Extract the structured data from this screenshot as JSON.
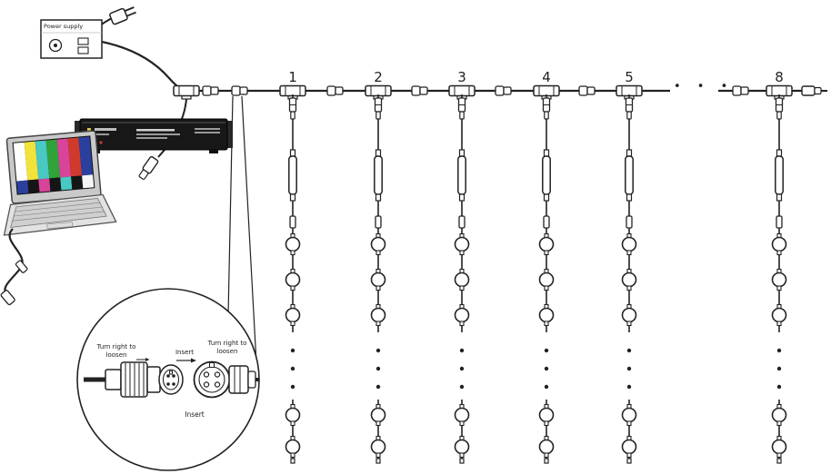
{
  "power_supply": {
    "label": "Power supply"
  },
  "bus": {
    "columns": [
      {
        "label": "1"
      },
      {
        "label": "2"
      },
      {
        "label": "3"
      },
      {
        "label": "4"
      },
      {
        "label": "5"
      },
      {
        "label": "8"
      }
    ],
    "ellipsis": "• • •"
  },
  "detail": {
    "left_instruction": "Turn right to loosen",
    "insert_top": "Insert",
    "right_instruction": "Turn right to loosen",
    "insert_bottom": "Insert"
  },
  "colors": {
    "line": "#222222",
    "background": "#ffffff",
    "laptop_screen_bars": [
      "#ffffff",
      "#f2e33b",
      "#49c8c4",
      "#2fa33a",
      "#d9449b",
      "#d03a2c",
      "#2b3f9e"
    ]
  }
}
